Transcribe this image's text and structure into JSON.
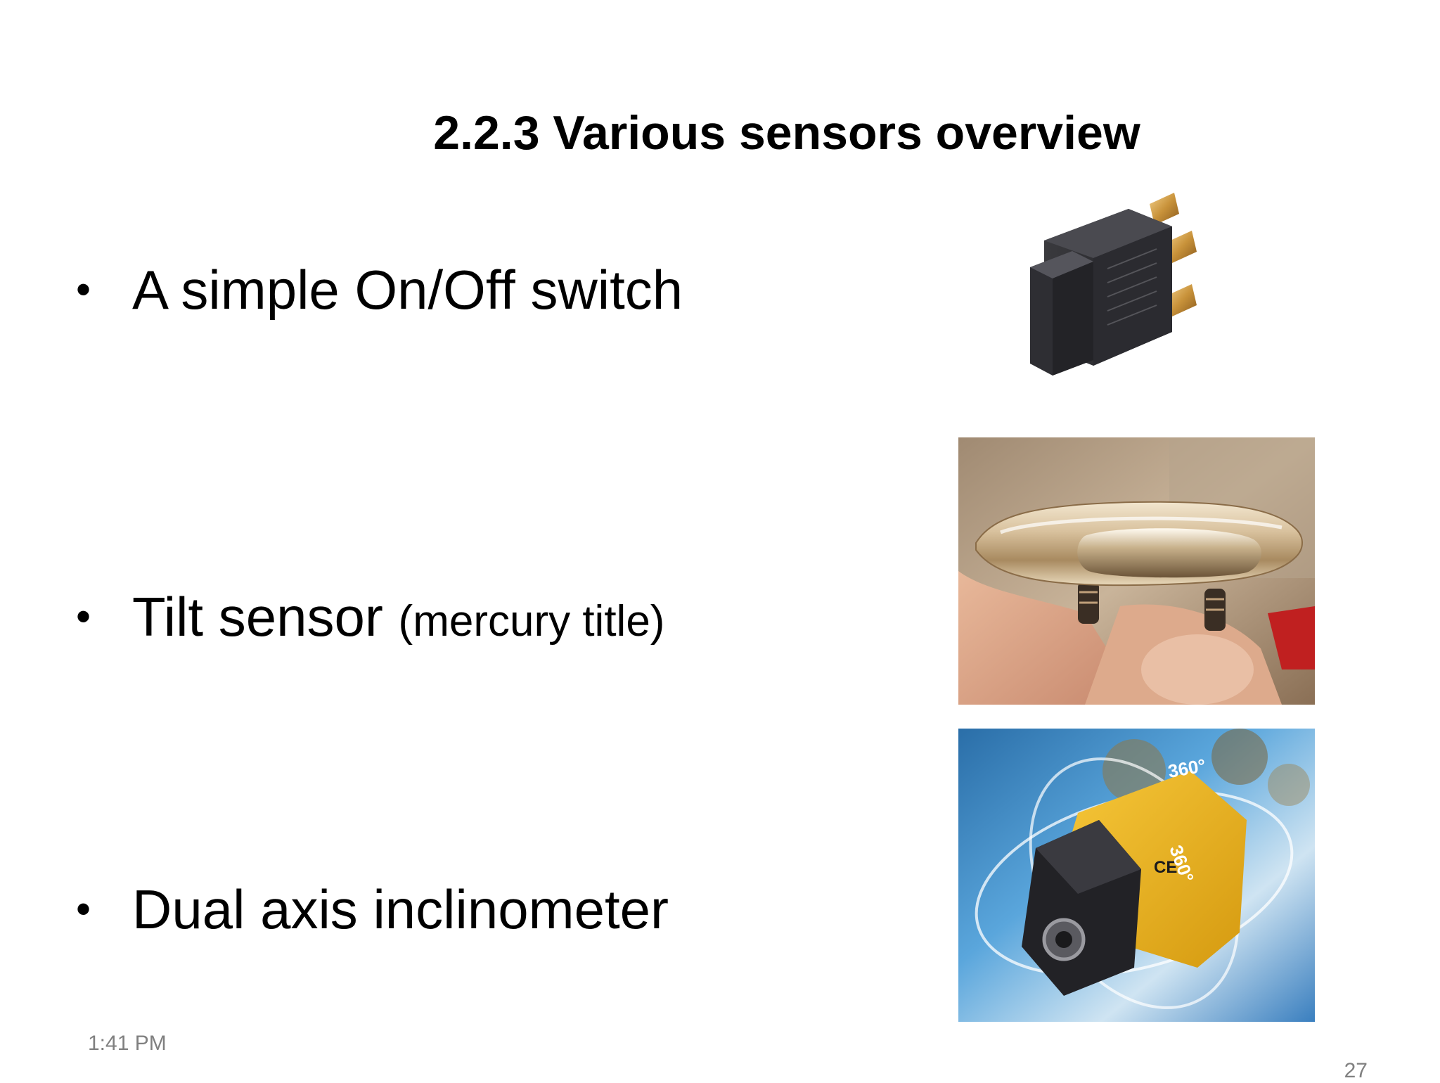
{
  "slide": {
    "title": "2.2.3 Various sensors overview",
    "bullets": [
      {
        "main": "A simple On/Off switch",
        "note": ""
      },
      {
        "main": "Tilt sensor",
        "note": "(mercury title)"
      },
      {
        "main": "Dual axis inclinometer",
        "note": ""
      }
    ],
    "bullet_char": "•"
  },
  "inclinometer_labels": {
    "angle_top": "360°",
    "angle_side": "360°",
    "ce_mark": "CE"
  },
  "footer": {
    "time": "1:41 PM",
    "page_number": "27"
  },
  "colors": {
    "text": "#000000",
    "footer": "#808080",
    "background": "#ffffff"
  }
}
